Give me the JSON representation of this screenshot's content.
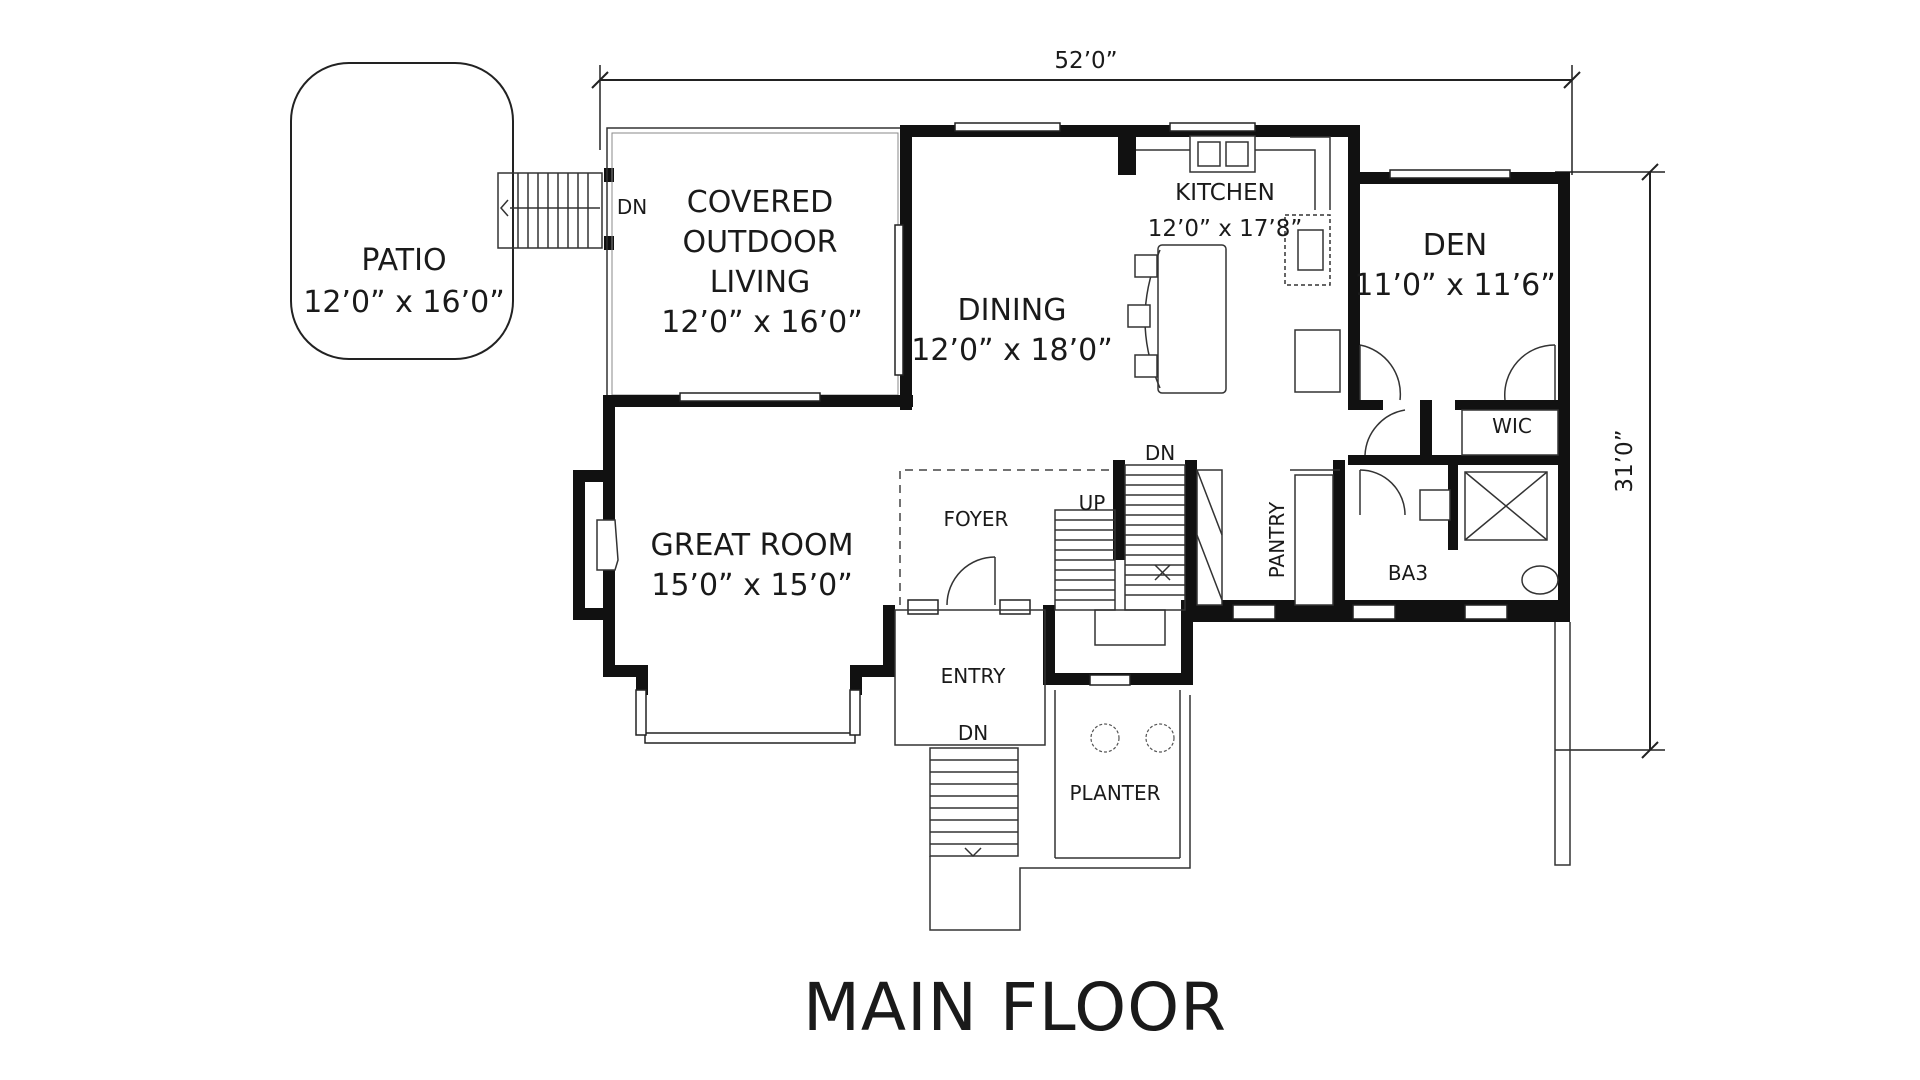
{
  "title": "MAIN FLOOR",
  "dimensions": {
    "width": "52’0”",
    "depth": "31’0”"
  },
  "rooms": {
    "patio": {
      "name": "PATIO",
      "size": "12’0” x 16’0”"
    },
    "covered_outdoor_living": {
      "name_line1": "COVERED",
      "name_line2": "OUTDOOR",
      "name_line3": "LIVING",
      "size": "12’0” x 16’0”"
    },
    "dining": {
      "name": "DINING",
      "size": "12’0” x 18’0”"
    },
    "kitchen": {
      "name": "KITCHEN",
      "size": "12’0” x 17’8”"
    },
    "den": {
      "name": "DEN",
      "size": "11’0” x 11’6”"
    },
    "great_room": {
      "name": "GREAT ROOM",
      "size": "15’0” x 15’0”"
    },
    "foyer": {
      "name": "FOYER"
    },
    "entry": {
      "name": "ENTRY"
    },
    "planter": {
      "name": "PLANTER"
    },
    "pantry": {
      "name": "PANTRY"
    },
    "wic": {
      "name": "WIC"
    },
    "ba3": {
      "name": "BA3"
    }
  },
  "stair_labels": {
    "patio_dn": "DN",
    "stair_dn": "DN",
    "stair_up": "UP",
    "entry_dn": "DN"
  }
}
